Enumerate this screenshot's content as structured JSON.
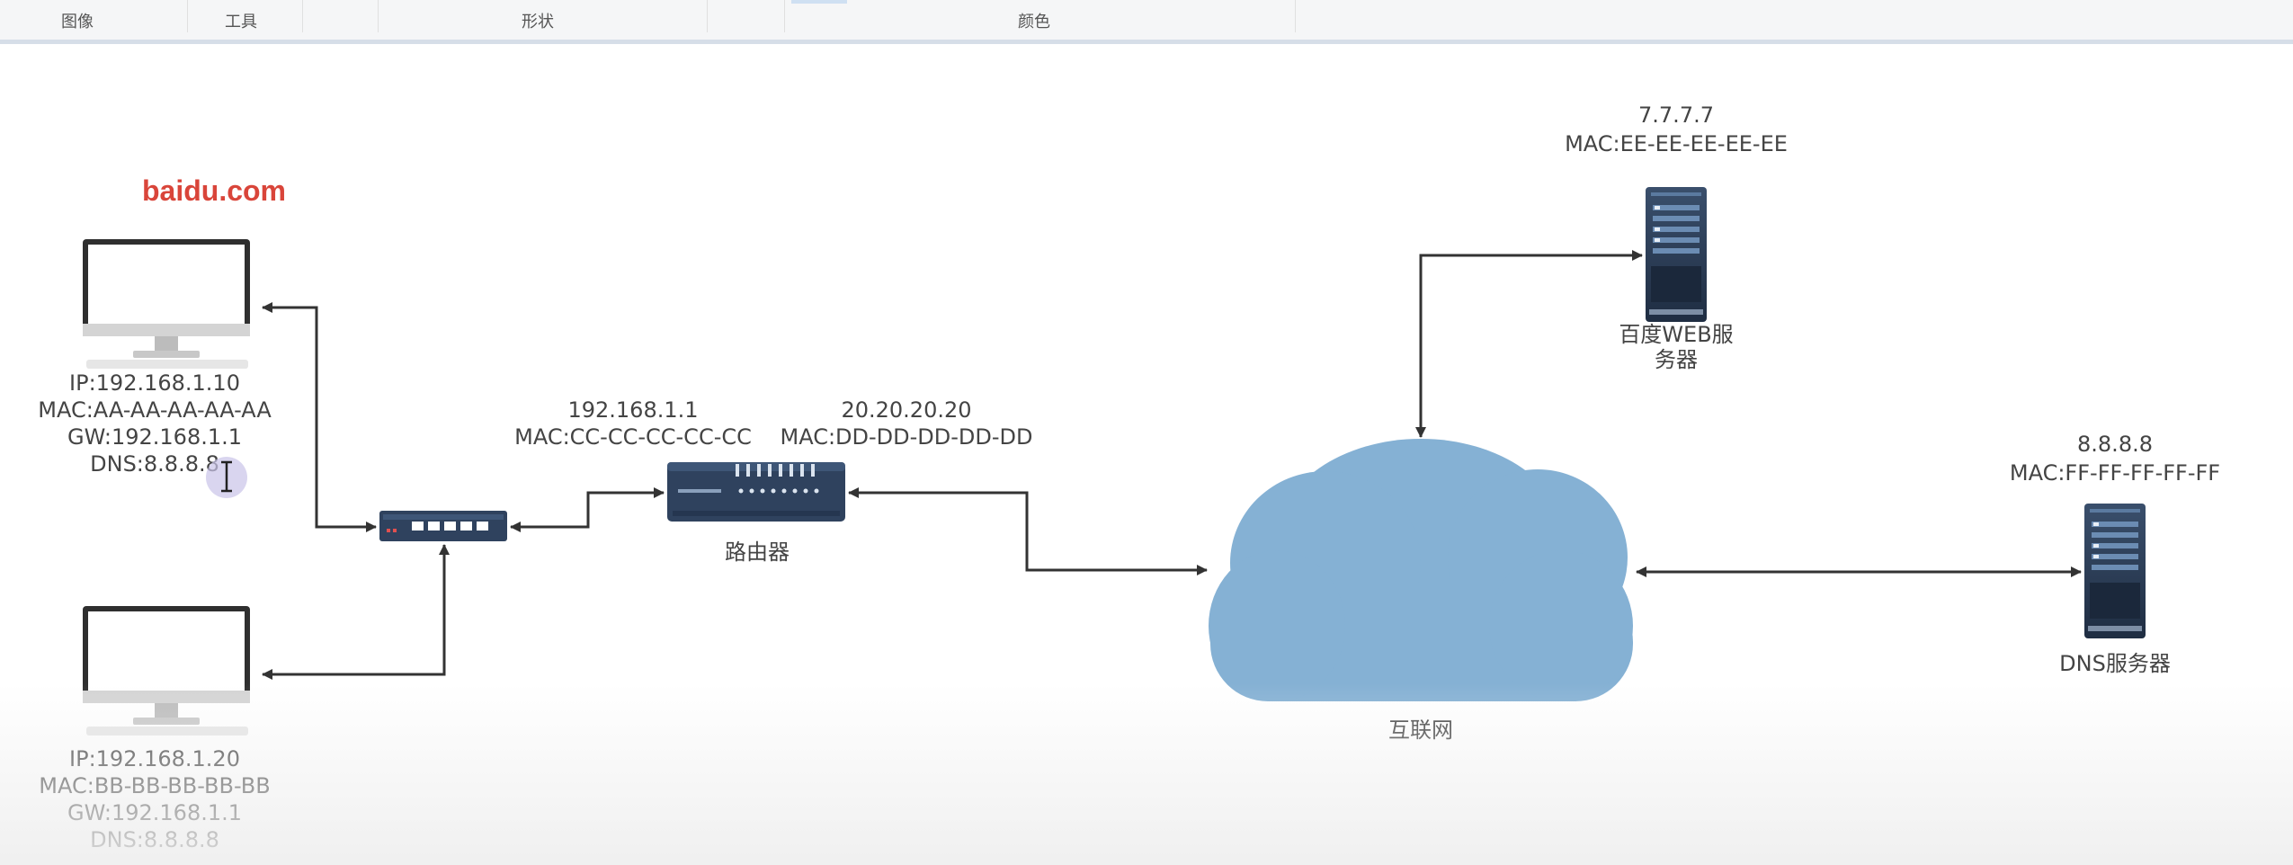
{
  "ribbon": {
    "groups": [
      "图像",
      "工具",
      "形状",
      "颜色"
    ]
  },
  "diagram": {
    "brand_text": "baidu.com",
    "pc1": [
      "IP:192.168.1.10",
      "MAC:AA-AA-AA-AA-AA",
      "GW:192.168.1.1",
      "DNS:8.8.8.8"
    ],
    "pc2": [
      "IP:192.168.1.20",
      "MAC:BB-BB-BB-BB-BB",
      "GW:192.168.1.1",
      "DNS:8.8.8.8"
    ],
    "router_lan": [
      "192.168.1.1",
      "MAC:CC-CC-CC-CC-CC"
    ],
    "router_wan": [
      "20.20.20.20",
      "MAC:DD-DD-DD-DD-DD"
    ],
    "router_label": "路由器",
    "internet_label": "互联网",
    "web_server_addr": [
      "7.7.7.7",
      "MAC:EE-EE-EE-EE-EE"
    ],
    "web_server_label": [
      "百度WEB服",
      "务器"
    ],
    "dns_server_addr": [
      "8.8.8.8",
      "MAC:FF-FF-FF-FF-FF"
    ],
    "dns_server_label": "DNS服务器"
  },
  "colors": {
    "cloud": "#85b1d4",
    "device": "#2f425e",
    "arrow": "#333333",
    "brand": "#d9453a"
  }
}
